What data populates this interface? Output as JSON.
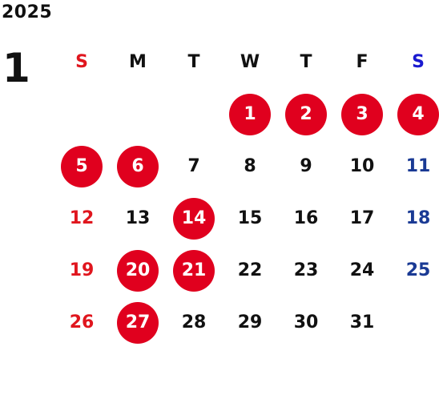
{
  "calendar": {
    "year": "2025",
    "month": "1",
    "weekdays": [
      "S",
      "M",
      "T",
      "W",
      "T",
      "F",
      "S"
    ],
    "days": [
      "1",
      "2",
      "3",
      "4",
      "5",
      "6",
      "7",
      "8",
      "9",
      "10",
      "11",
      "12",
      "13",
      "14",
      "15",
      "16",
      "17",
      "18",
      "19",
      "20",
      "21",
      "22",
      "23",
      "24",
      "25",
      "26",
      "27",
      "28",
      "29",
      "30",
      "31"
    ],
    "first_weekday_index": 3,
    "highlighted_days": [
      1,
      2,
      3,
      4,
      5,
      6,
      14,
      20,
      21,
      27
    ],
    "colors": {
      "sunday": "#e0161e",
      "saturday_header": "#1a1ad0",
      "saturday_day": "#1a3a94",
      "highlight": "#e0001e",
      "text": "#111111"
    }
  }
}
